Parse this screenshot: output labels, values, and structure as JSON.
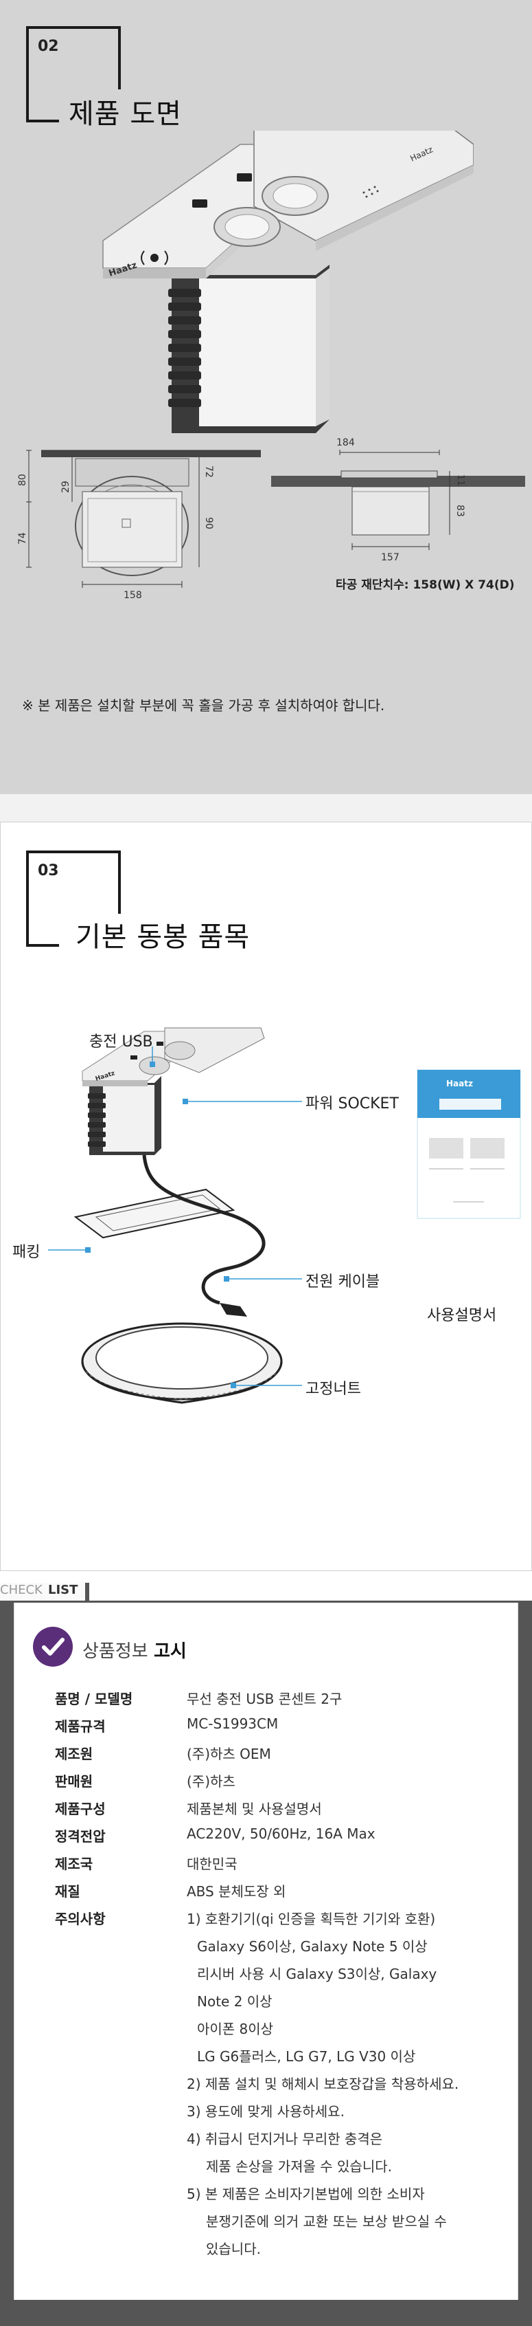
{
  "section02": {
    "number": "02",
    "title": "제품 도면",
    "dims": {
      "d80": "80",
      "d29": "29",
      "d74": "74",
      "d72": "72",
      "d90": "90",
      "d158": "158",
      "d184": "184",
      "d11": "11",
      "d83": "83",
      "d157": "157"
    },
    "cut_size": "타공 재단치수: 158(W) X 74(D)",
    "note": "※ 본 제품은 설치할 부분에 꼭 홀을 가공 후 설치하여야 합니다.",
    "product_brand": "Haatz"
  },
  "section03": {
    "number": "03",
    "title": "기본 동봉 품목",
    "labels": {
      "usb": "충전 USB",
      "socket": "파워 SOCKET",
      "packing": "패킹",
      "cable": "전원 케이블",
      "nut": "고정너트",
      "manual": "사용설명서"
    }
  },
  "checklist": {
    "tab_thin": "CHECK",
    "tab_bold": "LIST",
    "heading_thin": "상품정보",
    "heading_bold": "고시",
    "rows": [
      {
        "k": "품명 / 모델명",
        "v": "무선 충전 USB 콘센트 2구"
      },
      {
        "k": "제품규격",
        "v": "MC-S1993CM"
      },
      {
        "k": "제조원",
        "v": "(주)하츠 OEM"
      },
      {
        "k": "판매원",
        "v": "(주)하츠"
      },
      {
        "k": "제품구성",
        "v": "제품본체 및 사용설명서"
      },
      {
        "k": "정격전압",
        "v": "AC220V, 50/60Hz, 16A Max"
      },
      {
        "k": "제조국",
        "v": "대한민국"
      },
      {
        "k": "재질",
        "v": "ABS 분체도장 외"
      },
      {
        "k": "주의사항",
        "v": "1) 호환기기(qi 인증을 획득한 기기와 호환)"
      }
    ],
    "notes": [
      "Galaxy S6이상, Galaxy Note 5 이상",
      "리시버 사용 시 Galaxy S3이상, Galaxy",
      "Note 2 이상",
      "아이폰 8이상",
      "LG G6플러스, LG G7, LG V30 이상",
      "2) 제품 설치 및 해체시 보호장갑을 착용하세요.",
      "3) 용도에 맞게 사용하세요.",
      "4) 취급시 던지거나 무리한 충격은",
      "제품 손상을 가져올 수 있습니다.",
      "5) 본 제품은 소비자기본법에 의한 소비자",
      "분쟁기준에 의거 교환 또는 보상 받으실 수",
      "있습니다."
    ]
  }
}
